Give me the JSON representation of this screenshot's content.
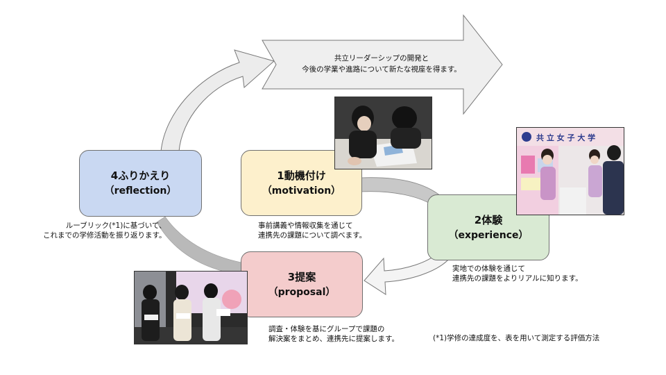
{
  "top_arrow": {
    "line1": "共立リーダーシップの開発と",
    "line2": "今後の学業や進路について新たな視座を得ます。"
  },
  "steps": {
    "reflection": {
      "title": "4ふりかえり",
      "subtitle": "（reflection）",
      "color": "#c9d8f2"
    },
    "motivation": {
      "title": "1動機付け",
      "subtitle": "（motivation）",
      "color": "#fdf0cc"
    },
    "experience": {
      "title": "2体験",
      "subtitle": "（experience）",
      "color": "#d9ead3"
    },
    "proposal": {
      "title": "3提案",
      "subtitle": "（proposal）",
      "color": "#f4cccc"
    }
  },
  "captions": {
    "reflection": [
      "ルーブリック(*1)に基づいて、",
      "これまでの学修活動を振り返ります。"
    ],
    "motivation": [
      "事前講義や情報収集を通じて",
      "連携先の課題について調べます。"
    ],
    "experience": [
      "実地での体験を通じて",
      "連携先の課題をよりリアルに知ります。"
    ],
    "proposal": [
      "調査・体験を基にグループで課題の",
      "解決案をまとめ、連携先に提案します。"
    ]
  },
  "footnote": "(*1)学修の達成度を、表を用いて測定する評価方法",
  "photo_sign": "共 立 女 子 大 学",
  "colors": {
    "arrow_gray": "#c8c8c8",
    "outline": "#6f6f6f",
    "big_arrow_fill": "#efefef"
  }
}
